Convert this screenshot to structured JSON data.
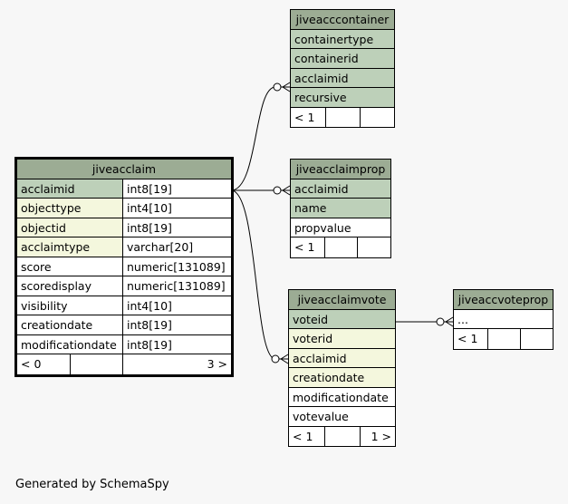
{
  "diagram": {
    "tables": {
      "jiveacclaim": {
        "name": "jiveacclaim",
        "columns": [
          {
            "name": "acclaimid",
            "type": "int8[19]",
            "role": "pk"
          },
          {
            "name": "objecttype",
            "type": "int4[10]",
            "role": "fk"
          },
          {
            "name": "objectid",
            "type": "int8[19]",
            "role": "fk"
          },
          {
            "name": "acclaimtype",
            "type": "varchar[20]",
            "role": "fk"
          },
          {
            "name": "score",
            "type": "numeric[131089]",
            "role": "plain"
          },
          {
            "name": "scoredisplay",
            "type": "numeric[131089]",
            "role": "plain"
          },
          {
            "name": "visibility",
            "type": "int4[10]",
            "role": "plain"
          },
          {
            "name": "creationdate",
            "type": "int8[19]",
            "role": "plain"
          },
          {
            "name": "modificationdate",
            "type": "int8[19]",
            "role": "plain"
          }
        ],
        "footer": {
          "left": "< 0",
          "right": "3 >"
        }
      },
      "jiveacccontainer": {
        "name": "jiveacccontainer",
        "columns": [
          {
            "name": "containertype",
            "role": "pk"
          },
          {
            "name": "containerid",
            "role": "pk"
          },
          {
            "name": "acclaimid",
            "role": "pk"
          },
          {
            "name": "recursive",
            "role": "pk"
          }
        ],
        "footer": {
          "left": "< 1",
          "right": ""
        }
      },
      "jiveacclaimprop": {
        "name": "jiveacclaimprop",
        "columns": [
          {
            "name": "acclaimid",
            "role": "pk"
          },
          {
            "name": "name",
            "role": "pk"
          },
          {
            "name": "propvalue",
            "role": "plain"
          }
        ],
        "footer": {
          "left": "< 1",
          "right": ""
        }
      },
      "jiveacclaimvote": {
        "name": "jiveacclaimvote",
        "columns": [
          {
            "name": "voteid",
            "role": "pk"
          },
          {
            "name": "voterid",
            "role": "fk"
          },
          {
            "name": "acclaimid",
            "role": "fk"
          },
          {
            "name": "creationdate",
            "role": "fk"
          },
          {
            "name": "modificationdate",
            "role": "plain"
          },
          {
            "name": "votevalue",
            "role": "plain"
          }
        ],
        "footer": {
          "left": "< 1",
          "right": "1 >"
        }
      },
      "jiveaccvoteprop": {
        "name": "jiveaccvoteprop",
        "columns": [
          {
            "name": "...",
            "role": "plain"
          }
        ],
        "footer": {
          "left": "< 1",
          "right": ""
        }
      }
    },
    "colors": {
      "header": "#9cac94",
      "primary_key": "#bdd0b9",
      "foreign_key": "#f4f7dd",
      "plain": "#ffffff",
      "background": "#f7f7f7"
    },
    "generated_by": "Generated by SchemaSpy"
  }
}
